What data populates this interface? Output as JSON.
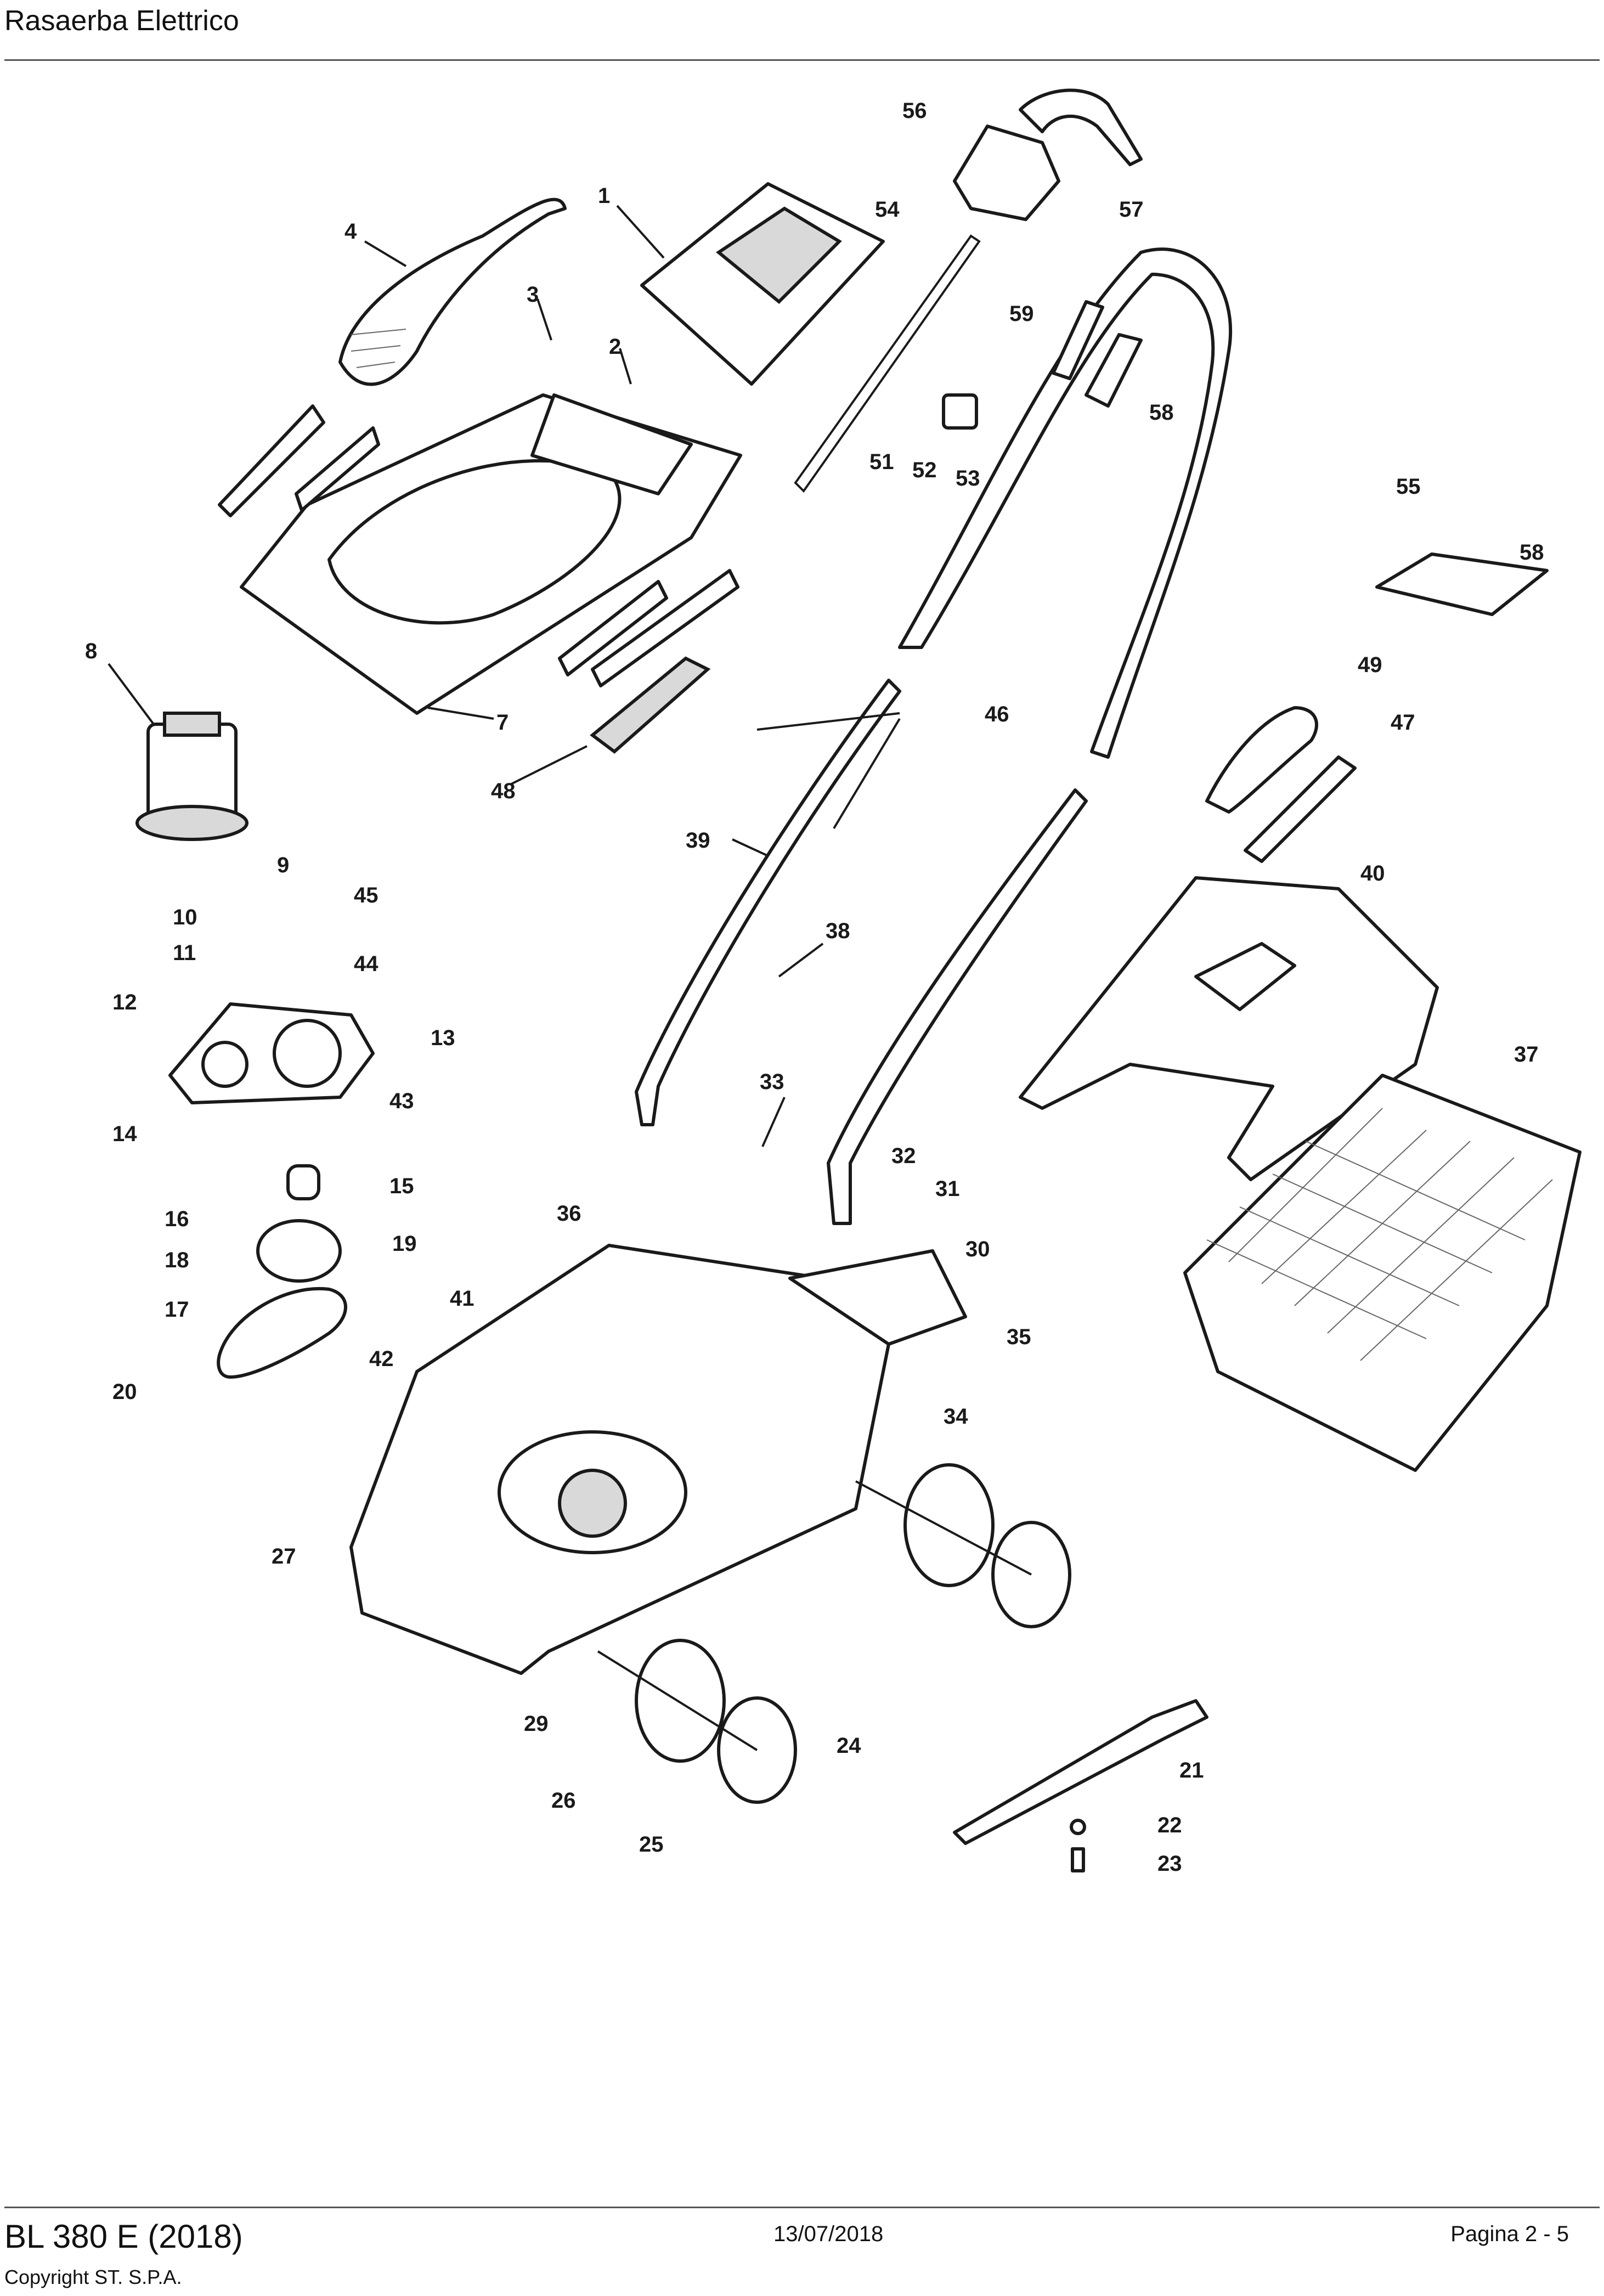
{
  "header": {
    "title": "Rasaerba Elettrico"
  },
  "footer": {
    "model": "BL 380 E (2018)",
    "copyright": "Copyright ST. S.P.A.",
    "date": "13/07/2018",
    "page": "Pagina 2 - 5"
  },
  "diagram": {
    "labels": [
      "1",
      "2",
      "3",
      "4",
      "7",
      "8",
      "9",
      "10",
      "11",
      "12",
      "13",
      "14",
      "15",
      "16",
      "17",
      "18",
      "19",
      "20",
      "21",
      "22",
      "23",
      "24",
      "25",
      "26",
      "27",
      "29",
      "30",
      "31",
      "32",
      "33",
      "34",
      "35",
      "36",
      "37",
      "38",
      "39",
      "40",
      "41",
      "42",
      "43",
      "44",
      "45",
      "46",
      "47",
      "48",
      "49",
      "51",
      "52",
      "53",
      "54",
      "55",
      "56",
      "57",
      "58",
      "58",
      "59"
    ]
  }
}
